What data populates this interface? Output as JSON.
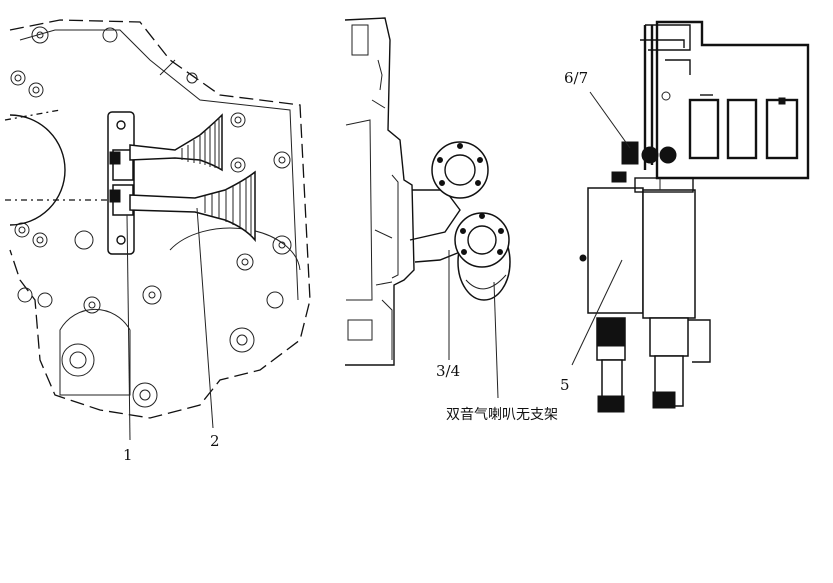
{
  "labels": {
    "part_1": "1",
    "part_2": "2",
    "part_3_4": "3/4",
    "part_5": "5",
    "part_6_7": "6/7",
    "caption_no_bracket": "双音气喇叭无支架"
  }
}
